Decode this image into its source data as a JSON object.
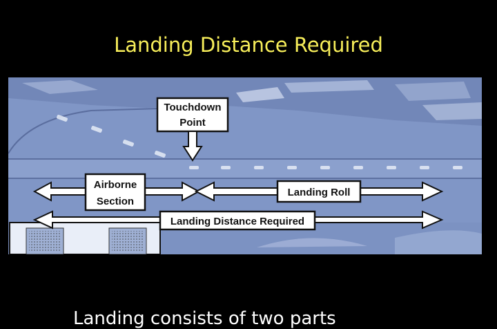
{
  "slide": {
    "title": "Landing Distance Required",
    "bullet_text": "Landing                          consists of two parts"
  },
  "diagram": {
    "touchdown_line1": "Touchdown",
    "touchdown_line2": "Point",
    "airborne_line1": "Airborne",
    "airborne_line2": "Section",
    "landing_roll": "Landing Roll",
    "ldr": "Landing Distance Required"
  },
  "colors": {
    "title": "#f7ee5a",
    "photo_tint": "#8096c6",
    "label_box": "#ffffff"
  }
}
